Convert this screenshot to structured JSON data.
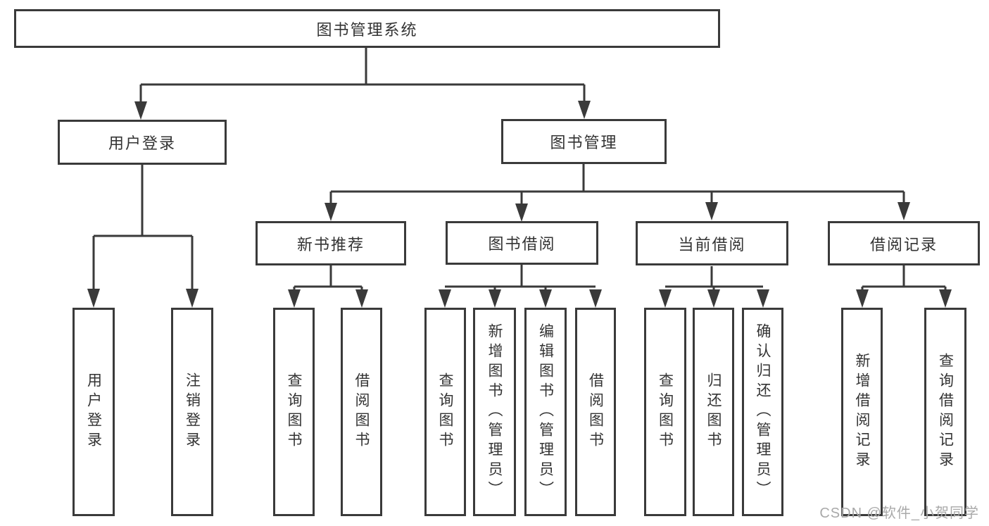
{
  "diagram": {
    "title_node": {
      "label": "图书管理系统"
    },
    "level2": [
      {
        "label": "用户登录"
      },
      {
        "label": "图书管理"
      }
    ],
    "level3": [
      {
        "label": "新书推荐"
      },
      {
        "label": "图书借阅"
      },
      {
        "label": "当前借阅"
      },
      {
        "label": "借阅记录"
      }
    ],
    "leaves": [
      {
        "label": "用户登录",
        "parent": "用户登录"
      },
      {
        "label": "注销登录",
        "parent": "用户登录"
      },
      {
        "label": "查询图书",
        "parent": "新书推荐"
      },
      {
        "label": "借阅图书",
        "parent": "新书推荐"
      },
      {
        "label": "查询图书",
        "parent": "图书借阅"
      },
      {
        "label": "新增图书（管理员）",
        "parent": "图书借阅"
      },
      {
        "label": "编辑图书（管理员）",
        "parent": "图书借阅"
      },
      {
        "label": "借阅图书",
        "parent": "图书借阅"
      },
      {
        "label": "查询图书",
        "parent": "当前借阅"
      },
      {
        "label": "归还图书",
        "parent": "当前借阅"
      },
      {
        "label": "确认归还（管理员）",
        "parent": "当前借阅"
      },
      {
        "label": "新增借阅记录",
        "parent": "借阅记录"
      },
      {
        "label": "查询借阅记录",
        "parent": "借阅记录"
      }
    ],
    "watermark": "CSDN @软件_小贺同学",
    "colors": {
      "line": "#3a3a3a",
      "box_border": "#3a3a3a",
      "text": "#333333",
      "watermark": "#a9a9a9",
      "background": "#ffffff"
    }
  }
}
